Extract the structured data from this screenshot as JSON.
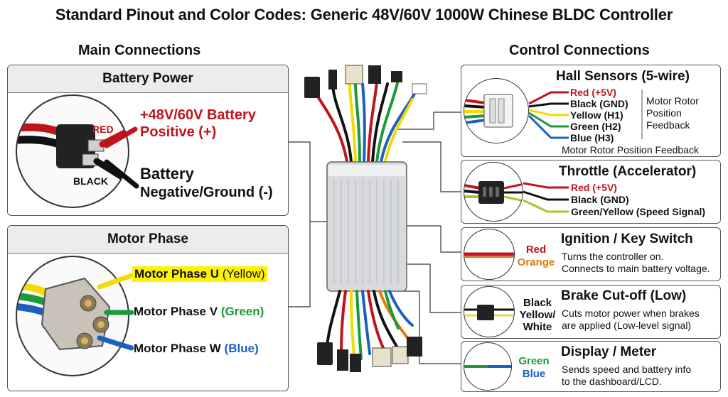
{
  "title": "Standard Pinout and Color Codes: Generic 48V/60V 1000W Chinese BLDC Controller",
  "main_heading": "Main Connections",
  "control_heading": "Control Connections",
  "battery": {
    "title": "Battery Power",
    "red_tag": "RED",
    "black_tag": "BLACK",
    "positive_line1": "+48V/60V Battery",
    "positive_line2": "Positive (+)",
    "negative_line1": "Battery",
    "negative_line2": "Negative/Ground (-)"
  },
  "motor": {
    "title": "Motor Phase",
    "u_label": "Motor Phase U",
    "u_color": "(Yellow)",
    "v_label": "Motor Phase V",
    "v_color": "(Green)",
    "w_label": "Motor Phase W",
    "w_color": "(Blue)"
  },
  "hall": {
    "title": "Hall Sensors (5-wire)",
    "wires": [
      "Red (+5V)",
      "Black (GND)",
      "Yellow (H1)",
      "Green (H2)",
      "Blue (H3)"
    ],
    "side_note": [
      "Motor Rotor",
      "Position",
      "Feedback"
    ],
    "footer": "Motor Rotor Position Feedback"
  },
  "throttle": {
    "title": "Throttle (Accelerator)",
    "wires": [
      "Red (+5V)",
      "Black (GND)",
      "Green/Yellow (Speed Signal)"
    ]
  },
  "ignition": {
    "title": "Ignition / Key Switch",
    "wire1": "Red",
    "wire2": "Orange",
    "desc1": "Turns the controller on.",
    "desc2": "Connects to main battery voltage."
  },
  "brake": {
    "title": "Brake Cut-off (Low)",
    "wire1": "Black",
    "wire2": "Yellow/",
    "wire3": "White",
    "desc1": "Cuts motor power when brakes",
    "desc2": "are applied (Low-level signal)"
  },
  "display": {
    "title": "Display / Meter",
    "wire1": "Green",
    "wire2": "Blue",
    "desc1": "Sends speed and battery info",
    "desc2": "to the dashboard/LCD."
  },
  "colors": {
    "red": "#c0141c",
    "black": "#111111",
    "yellow": "#f2dc00",
    "green": "#1a9a3a",
    "blue": "#1d5fbf",
    "orange": "#e07a10",
    "highlight": "#fff200"
  }
}
